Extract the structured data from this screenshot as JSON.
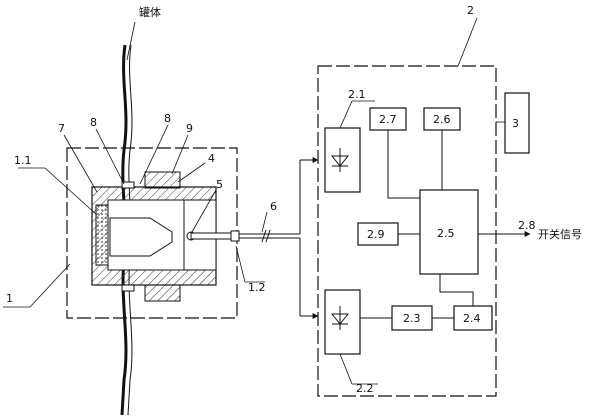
{
  "labels": {
    "tank_body": "罐体",
    "switch_signal": "开关信号",
    "n1": "1",
    "n1_1": "1.1",
    "n1_2": "1.2",
    "n2": "2",
    "n2_1": "2.1",
    "n2_2": "2.2",
    "n2_3": "2.3",
    "n2_4": "2.4",
    "n2_5": "2.5",
    "n2_6": "2.6",
    "n2_7": "2.7",
    "n2_8": "2.8",
    "n2_9": "2.9",
    "n3": "3",
    "n4": "4",
    "n5": "5",
    "n6": "6",
    "n7": "7",
    "n8a": "8",
    "n8b": "8",
    "n9": "9"
  },
  "colors": {
    "line": "#111111",
    "hatch": "#333333"
  }
}
